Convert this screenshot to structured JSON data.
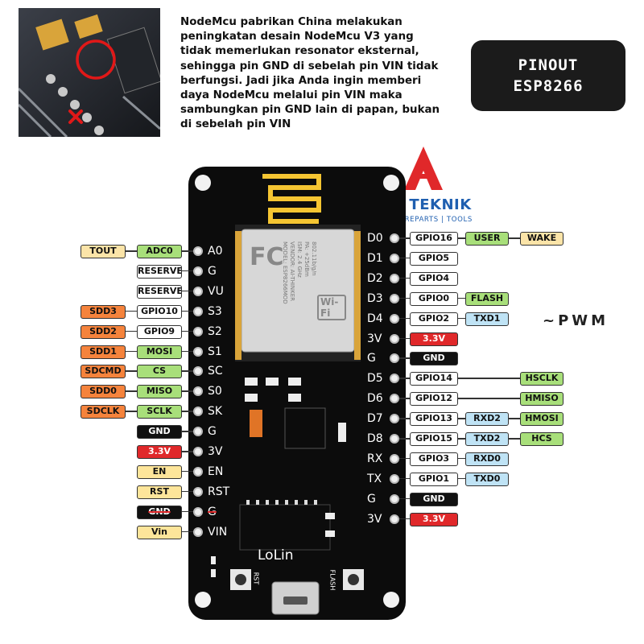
{
  "note_lines": [
    "NodeMcu pabrikan China melakukan",
    "peningkatan desain NodeMcu V3 yang",
    "tidak memerlukan resonator eksternal,",
    "sehingga pin GND di sebelah pin VIN tidak",
    "berfungsi. Jadi jika Anda ingin memberi",
    "daya NodeMcu melalui pin VIN maka",
    "sambungkan pin GND lain di papan, bukan",
    "di sebelah pin VIN"
  ],
  "title_lines": [
    "PINOUT",
    "ESP8266"
  ],
  "pwm_label": "~PWM",
  "brand": {
    "name": "ANEKA TEKNIK",
    "tagline": "ARDUINO | SPAREPARTS | TOOLS",
    "color": "#1f5fb0"
  },
  "board": {
    "logo_text": "LoLin",
    "rst_label": "RST",
    "flash_label": "FLASH",
    "module_text": [
      "MODEL: ESP8266MOD",
      "VENDOR: AI-THINKER",
      "ISM: 2.4 GHz",
      "PA: +25dBm",
      "802.11b/g/n"
    ],
    "fc_mark": "FC",
    "wifi_mark": "Wi-Fi"
  },
  "colors": {
    "yellow": "#fde59a",
    "green": "#a8df7a",
    "orange": "#f5833c",
    "red": "#e0282a",
    "black": "#111111",
    "white": "#ffffff",
    "lightblue": "#bfe3f5",
    "beige": "#fbe4a8"
  },
  "left_pins": [
    {
      "pin": "A0",
      "tags": [
        {
          "text": "ADC0",
          "color": "green"
        },
        {
          "text": "TOUT",
          "color": "beige"
        }
      ]
    },
    {
      "pin": "G",
      "tags": [
        {
          "text": "RESERVED",
          "color": "white"
        }
      ]
    },
    {
      "pin": "VU",
      "tags": [
        {
          "text": "RESERVED",
          "color": "white"
        }
      ]
    },
    {
      "pin": "S3",
      "tags": [
        {
          "text": "GPIO10",
          "color": "white"
        },
        {
          "text": "SDD3",
          "color": "orange"
        }
      ]
    },
    {
      "pin": "S2",
      "tags": [
        {
          "text": "GPIO9",
          "color": "white"
        },
        {
          "text": "SDD2",
          "color": "orange"
        }
      ]
    },
    {
      "pin": "S1",
      "tags": [
        {
          "text": "MOSI",
          "color": "green"
        },
        {
          "text": "SDD1",
          "color": "orange"
        }
      ]
    },
    {
      "pin": "SC",
      "tags": [
        {
          "text": "CS",
          "color": "green"
        },
        {
          "text": "SDCMD",
          "color": "orange"
        }
      ]
    },
    {
      "pin": "S0",
      "tags": [
        {
          "text": "MISO",
          "color": "green"
        },
        {
          "text": "SDD0",
          "color": "orange"
        }
      ]
    },
    {
      "pin": "SK",
      "tags": [
        {
          "text": "SCLK",
          "color": "green"
        },
        {
          "text": "SDCLK",
          "color": "orange"
        }
      ]
    },
    {
      "pin": "G",
      "tags": [
        {
          "text": "GND",
          "color": "black"
        }
      ]
    },
    {
      "pin": "3V",
      "tags": [
        {
          "text": "3.3V",
          "color": "red"
        }
      ]
    },
    {
      "pin": "EN",
      "tags": [
        {
          "text": "EN",
          "color": "yellow"
        }
      ]
    },
    {
      "pin": "RST",
      "tags": [
        {
          "text": "RST",
          "color": "yellow"
        }
      ]
    },
    {
      "pin": "G",
      "tags": [
        {
          "text": "GND",
          "color": "black",
          "crossed": true
        }
      ],
      "crossed": true
    },
    {
      "pin": "VIN",
      "tags": [
        {
          "text": "Vin",
          "color": "yellow"
        }
      ]
    }
  ],
  "right_pins": [
    {
      "pin": "D0",
      "tags": [
        {
          "text": "GPIO16",
          "color": "white"
        },
        {
          "text": "USER",
          "color": "green"
        },
        {
          "text": "WAKE",
          "color": "beige"
        }
      ]
    },
    {
      "pin": "D1",
      "tags": [
        {
          "text": "GPIO5",
          "color": "white"
        }
      ]
    },
    {
      "pin": "D2",
      "tags": [
        {
          "text": "GPIO4",
          "color": "white"
        }
      ]
    },
    {
      "pin": "D3",
      "tags": [
        {
          "text": "GPIO0",
          "color": "white"
        },
        {
          "text": "FLASH",
          "color": "green"
        }
      ]
    },
    {
      "pin": "D4",
      "tags": [
        {
          "text": "GPIO2",
          "color": "white"
        },
        {
          "text": "TXD1",
          "color": "lightblue"
        }
      ]
    },
    {
      "pin": "3V",
      "tags": [
        {
          "text": "3.3V",
          "color": "red"
        }
      ]
    },
    {
      "pin": "G",
      "tags": [
        {
          "text": "GND",
          "color": "black"
        }
      ]
    },
    {
      "pin": "D5",
      "tags": [
        {
          "text": "GPIO14",
          "color": "white"
        },
        {
          "text": "HSCLK",
          "color": "green",
          "far": true
        }
      ]
    },
    {
      "pin": "D6",
      "tags": [
        {
          "text": "GPIO12",
          "color": "white"
        },
        {
          "text": "HMISO",
          "color": "green",
          "far": true
        }
      ]
    },
    {
      "pin": "D7",
      "tags": [
        {
          "text": "GPIO13",
          "color": "white"
        },
        {
          "text": "RXD2",
          "color": "lightblue"
        },
        {
          "text": "HMOSI",
          "color": "green"
        }
      ]
    },
    {
      "pin": "D8",
      "tags": [
        {
          "text": "GPIO15",
          "color": "white"
        },
        {
          "text": "TXD2",
          "color": "lightblue"
        },
        {
          "text": "HCS",
          "color": "green"
        }
      ]
    },
    {
      "pin": "RX",
      "tags": [
        {
          "text": "GPIO3",
          "color": "white"
        },
        {
          "text": "RXD0",
          "color": "lightblue"
        }
      ]
    },
    {
      "pin": "TX",
      "tags": [
        {
          "text": "GPIO1",
          "color": "white"
        },
        {
          "text": "TXD0",
          "color": "lightblue"
        }
      ]
    },
    {
      "pin": "G",
      "tags": [
        {
          "text": "GND",
          "color": "black"
        }
      ]
    },
    {
      "pin": "3V",
      "tags": [
        {
          "text": "3.3V",
          "color": "red"
        }
      ]
    }
  ]
}
